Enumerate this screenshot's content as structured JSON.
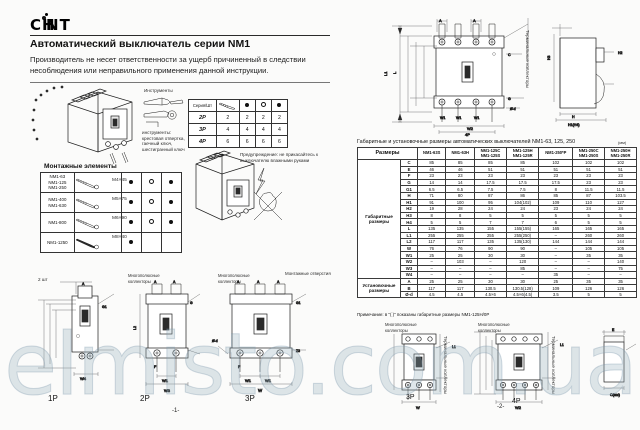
{
  "document": {
    "brand": "CHNT",
    "title": "Автоматический выключатель серии NM1",
    "disclaimer": "Производитель не несет ответственности за ущерб причиненный в следствии несоблюдения или неправильного применения данной инструкции.",
    "watermark": "elmisto.com.ua",
    "page_left": "-1-",
    "page_right": "-2-"
  },
  "tools": {
    "caption": "Инструменты",
    "list": "инструменты: крестовая отвертка, гаечный ключ, шестигранный ключ"
  },
  "warning": {
    "text": "Предупреждение: не прикасайтесь к выключателю влажными руками"
  },
  "pole_table": {
    "header_label": "Серия/Шт",
    "rows": [
      {
        "pole": "2P",
        "values": [
          "2",
          "2",
          "2",
          "2"
        ]
      },
      {
        "pole": "3P",
        "values": [
          "4",
          "4",
          "4",
          "4"
        ]
      },
      {
        "pole": "4P",
        "values": [
          "6",
          "6",
          "6",
          "6"
        ]
      }
    ]
  },
  "mounting": {
    "title": "Монтажные элементы",
    "rows": [
      {
        "models": "NM1-63\nNM1-125\nNM1-250",
        "screw": "M4×45",
        "dots": 3
      },
      {
        "models": "NM1-400\nNM1-630",
        "screw": "M5×75",
        "dots": 3
      },
      {
        "models": "NM1-800",
        "screw": "M6×90",
        "dots": 3
      },
      {
        "models": "NM1-1250",
        "screw": "M8×40",
        "dots": 1
      }
    ]
  },
  "dims": {
    "title": "Габаритные и установочные размеры автоматических выключателей NM1-63, 125, 250",
    "unit": "(мм)",
    "corner_label": "Размеры",
    "note": "Примечание: в \"( )\" показаны габаритные размеры NM1-125H/0P",
    "group_overall": "Габаритные размеры",
    "group_install": "Установочные размеры",
    "columns": [
      "NM1-63S",
      "NM1-63H",
      "NM1-125C\nNM1-125S",
      "NM1-125H\nNM1-125R",
      "NM1-250*P",
      "NM1-250C\nNM1-250S",
      "NM1-250H\nNM1-250R"
    ],
    "overall_rows": [
      {
        "label": "C",
        "values": [
          "85",
          "85",
          "85",
          "85",
          "102",
          "102",
          "102"
        ]
      },
      {
        "label": "E",
        "values": [
          "46",
          "46",
          "51",
          "51",
          "51",
          "51",
          "51"
        ]
      },
      {
        "label": "F",
        "values": [
          "23",
          "23",
          "23",
          "23",
          "23",
          "23",
          "23"
        ]
      },
      {
        "label": "G",
        "values": [
          "14",
          "14",
          "17.5",
          "17.5",
          "17.5",
          "23",
          "23"
        ]
      },
      {
        "label": "G1",
        "values": [
          "6.5",
          "6.5",
          "7.5",
          "7.5",
          "8",
          "11.5",
          "11.5"
        ]
      },
      {
        "label": "H",
        "values": [
          "71",
          "80",
          "87",
          "86",
          "85",
          "87",
          "103.5"
        ]
      },
      {
        "label": "H1",
        "values": [
          "91",
          "100",
          "95",
          "104(102)",
          "109",
          "110",
          "127"
        ]
      },
      {
        "label": "H2",
        "values": [
          "19",
          "28",
          "24",
          "24",
          "23",
          "24",
          "24"
        ]
      },
      {
        "label": "H3",
        "values": [
          "8",
          "8",
          "5",
          "5",
          "5",
          "5",
          "5"
        ]
      },
      {
        "label": "H4",
        "values": [
          "5",
          "5",
          "7",
          "7",
          "6",
          "5",
          "5"
        ]
      },
      {
        "label": "L",
        "values": [
          "135",
          "135",
          "155",
          "155(155)",
          "165",
          "165",
          "165"
        ]
      },
      {
        "label": "L1",
        "values": [
          "255",
          "255",
          "255",
          "255(250)",
          "–",
          "260",
          "260"
        ]
      },
      {
        "label": "L2",
        "values": [
          "117",
          "117",
          "135",
          "135(130)",
          "144",
          "144",
          "144"
        ]
      },
      {
        "label": "W",
        "values": [
          "76",
          "76",
          "90",
          "90",
          "–",
          "105",
          "105"
        ]
      },
      {
        "label": "W1",
        "values": [
          "25",
          "25",
          "30",
          "30",
          "–",
          "35",
          "35"
        ]
      },
      {
        "label": "W2",
        "values": [
          "–",
          "103",
          "–",
          "120",
          "–",
          "–",
          "140"
        ]
      },
      {
        "label": "W3",
        "values": [
          "–",
          "–",
          "–",
          "85",
          "–",
          "–",
          "75"
        ]
      },
      {
        "label": "W4",
        "values": [
          "–",
          "–",
          "–",
          "–",
          "35",
          "–",
          "–"
        ]
      }
    ],
    "install_rows": [
      {
        "label": "A",
        "values": [
          "25",
          "25",
          "30",
          "30",
          "25",
          "35",
          "35"
        ]
      },
      {
        "label": "B",
        "values": [
          "117",
          "117",
          "130.5",
          "130.5(128)",
          "109",
          "126",
          "126"
        ]
      },
      {
        "label": "Ø-d",
        "values": [
          "4.5",
          "4.5",
          "4.5×6",
          "4.5×6(4.5)",
          "3.5",
          "5",
          "5"
        ]
      }
    ]
  },
  "diagrams": {
    "multi_pole_caption": "Многополюсные коллекторы",
    "terminal_caption": "Терминальные коллекторы",
    "labels_left": [
      "1P",
      "2P",
      "3P"
    ],
    "labels_right": [
      "3P",
      "4P"
    ],
    "label_4p_top": "4P",
    "mount_hole_caption": "Монтажные отверстия",
    "screw_caption": "2 шт"
  }
}
